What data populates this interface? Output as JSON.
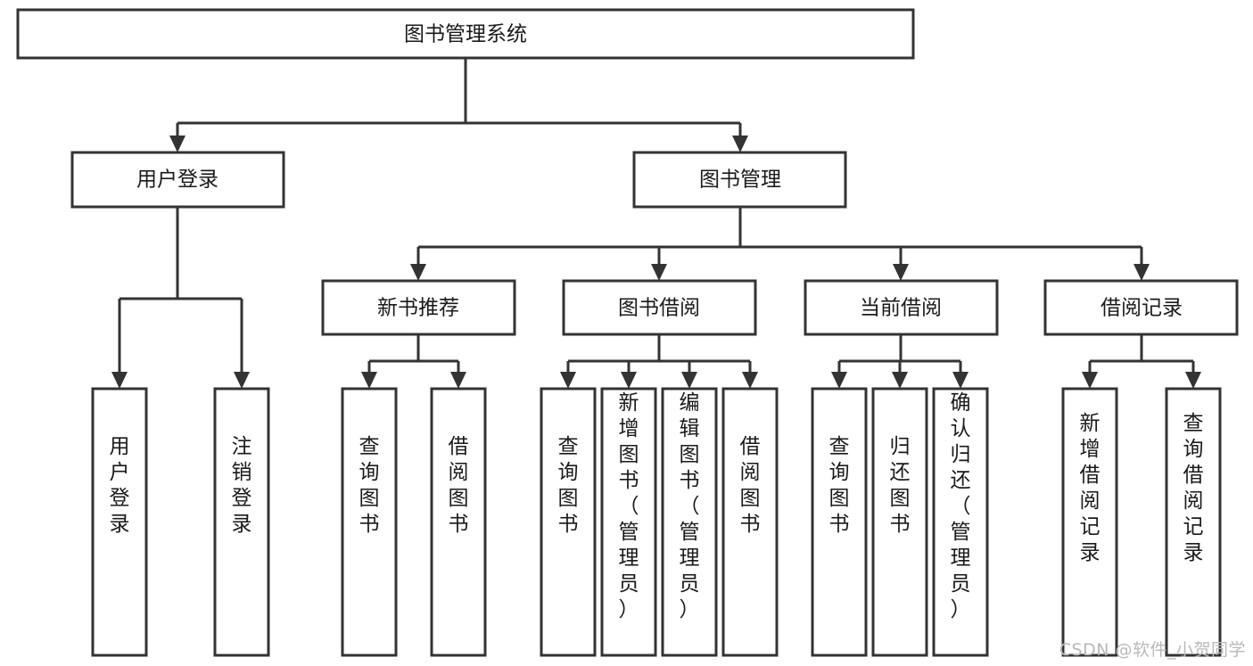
{
  "diagram": {
    "title": "图书管理系统",
    "type": "tree-hierarchy-diagram",
    "orientation": "top-down",
    "colors": {
      "box_stroke": "#333333",
      "box_fill": "#ffffff",
      "connector": "#333333",
      "text": "#1a1a1a",
      "watermark": "#b9b9b9",
      "background": "#ffffff"
    },
    "root": {
      "label": "图书管理系统"
    },
    "level2": [
      {
        "label": "用户登录"
      },
      {
        "label": "图书管理"
      }
    ],
    "level3": [
      {
        "label": "新书推荐"
      },
      {
        "label": "图书借阅"
      },
      {
        "label": "当前借阅"
      },
      {
        "label": "借阅记录"
      }
    ],
    "leaves": {
      "user_login": [
        {
          "label": "用户登录"
        },
        {
          "label": "注销登录"
        }
      ],
      "new_book_recommend": [
        {
          "label": "查询图书"
        },
        {
          "label": "借阅图书"
        }
      ],
      "book_borrow": [
        {
          "label": "查询图书"
        },
        {
          "label": "新增图书（管理员）"
        },
        {
          "label": "编辑图书（管理员）"
        },
        {
          "label": "借阅图书"
        }
      ],
      "current_borrow": [
        {
          "label": "查询图书"
        },
        {
          "label": "归还图书"
        },
        {
          "label": "确认归还（管理员）"
        }
      ],
      "borrow_record": [
        {
          "label": "新增借阅记录"
        },
        {
          "label": "查询借阅记录"
        }
      ]
    }
  },
  "watermark": {
    "text": "CSDN @软件_小贺同学"
  }
}
